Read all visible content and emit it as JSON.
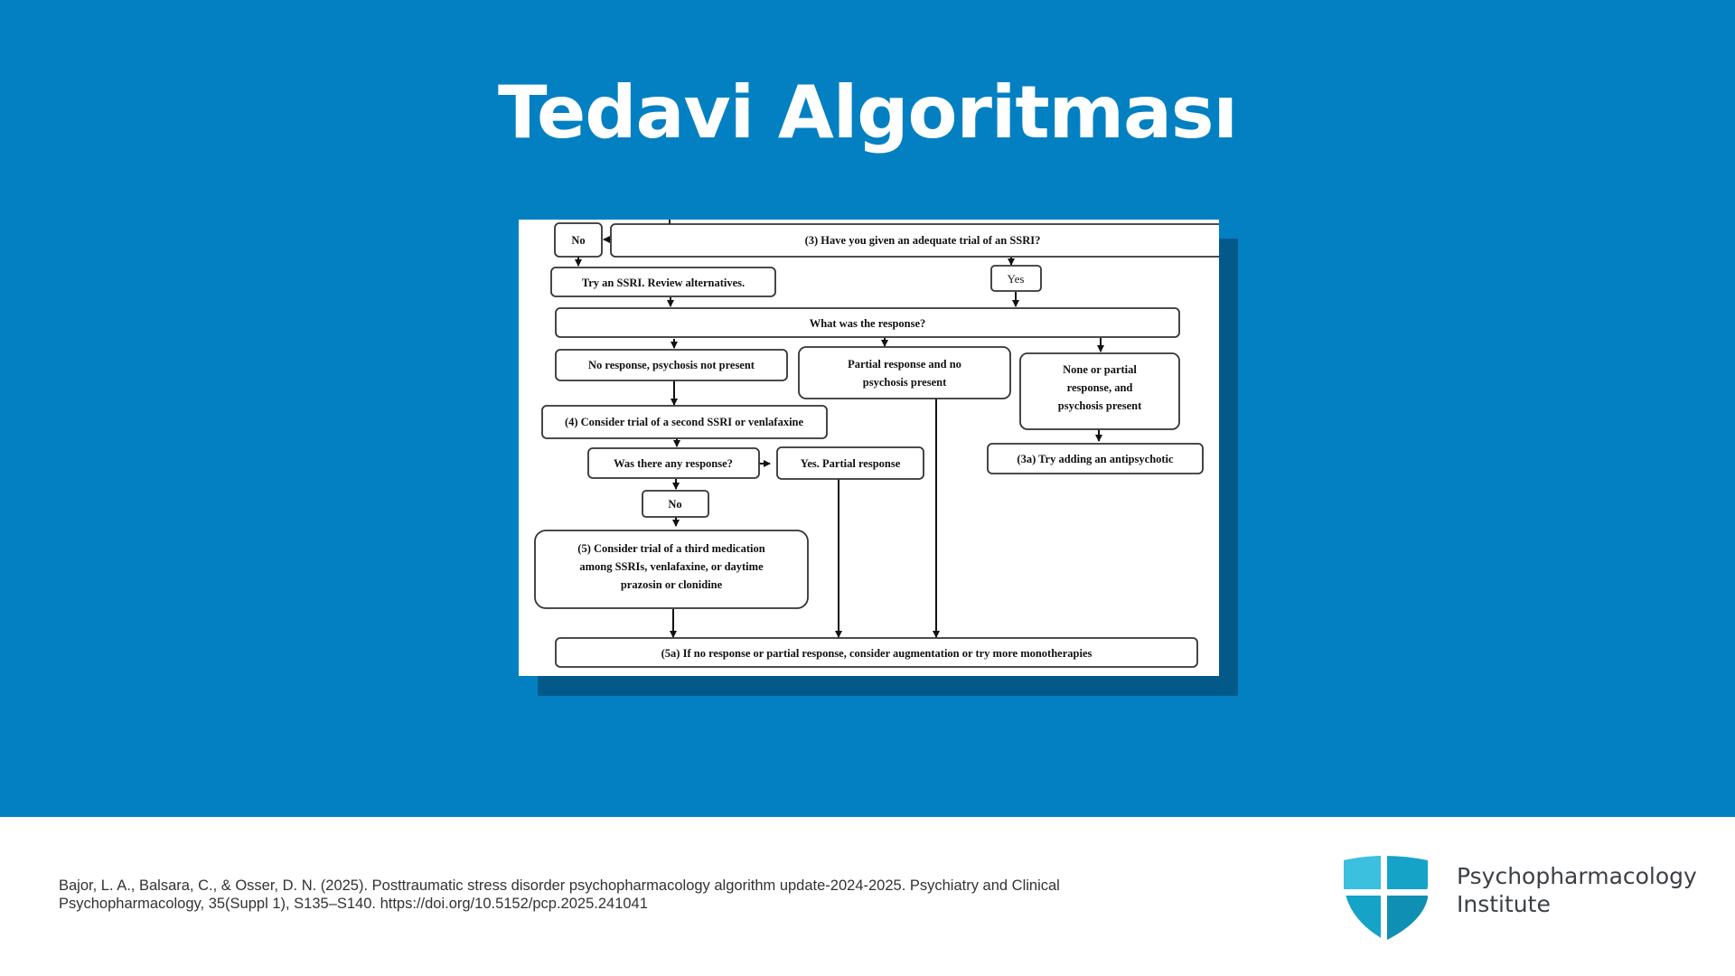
{
  "slide": {
    "title": "Tedavi Algoritması"
  },
  "flowchart": {
    "top_question": "(3) Have you given an adequate trial of an SSRI?",
    "no_1": "No",
    "yes_1": "Yes",
    "try_ssri": "Try an SSRI. Review alternatives.",
    "response_question": "What was the response?",
    "no_response": "No response, psychosis not present",
    "partial_no_psychosis": [
      "Partial response and no",
      "psychosis present"
    ],
    "none_partial_psychosis": [
      "None or partial",
      "response, and",
      "psychosis present"
    ],
    "step4": "(4) Consider trial of a second SSRI or venlafaxine",
    "any_response": "Was there any response?",
    "yes_partial": "Yes. Partial response",
    "step3a": "(3a) Try adding an antipsychotic",
    "no_2": "No",
    "step5": [
      "(5) Consider trial of a third medication",
      "among SSRIs, venlafaxine, or daytime",
      "prazosin or clonidine"
    ],
    "step5a": "(5a) If no response or partial response, consider augmentation or try more monotherapies"
  },
  "footer": {
    "citation_line1": "Bajor, L. A., Balsara, C., & Osser, D. N. (2025). Posttraumatic stress disorder psychopharmacology algorithm update-2024-2025. Psychiatry and Clinical",
    "citation_line2": "Psychopharmacology, 35(Suppl 1), S135–S140. https://doi.org/10.5152/pcp.2025.241041",
    "logo_line1": "Psychopharmacology",
    "logo_line2": "Institute"
  },
  "colors": {
    "background": "#0380c2",
    "shadow": "#035a8a",
    "logo_teal": "#15a3c8"
  },
  "icons": [
    "shield-cross-icon"
  ]
}
